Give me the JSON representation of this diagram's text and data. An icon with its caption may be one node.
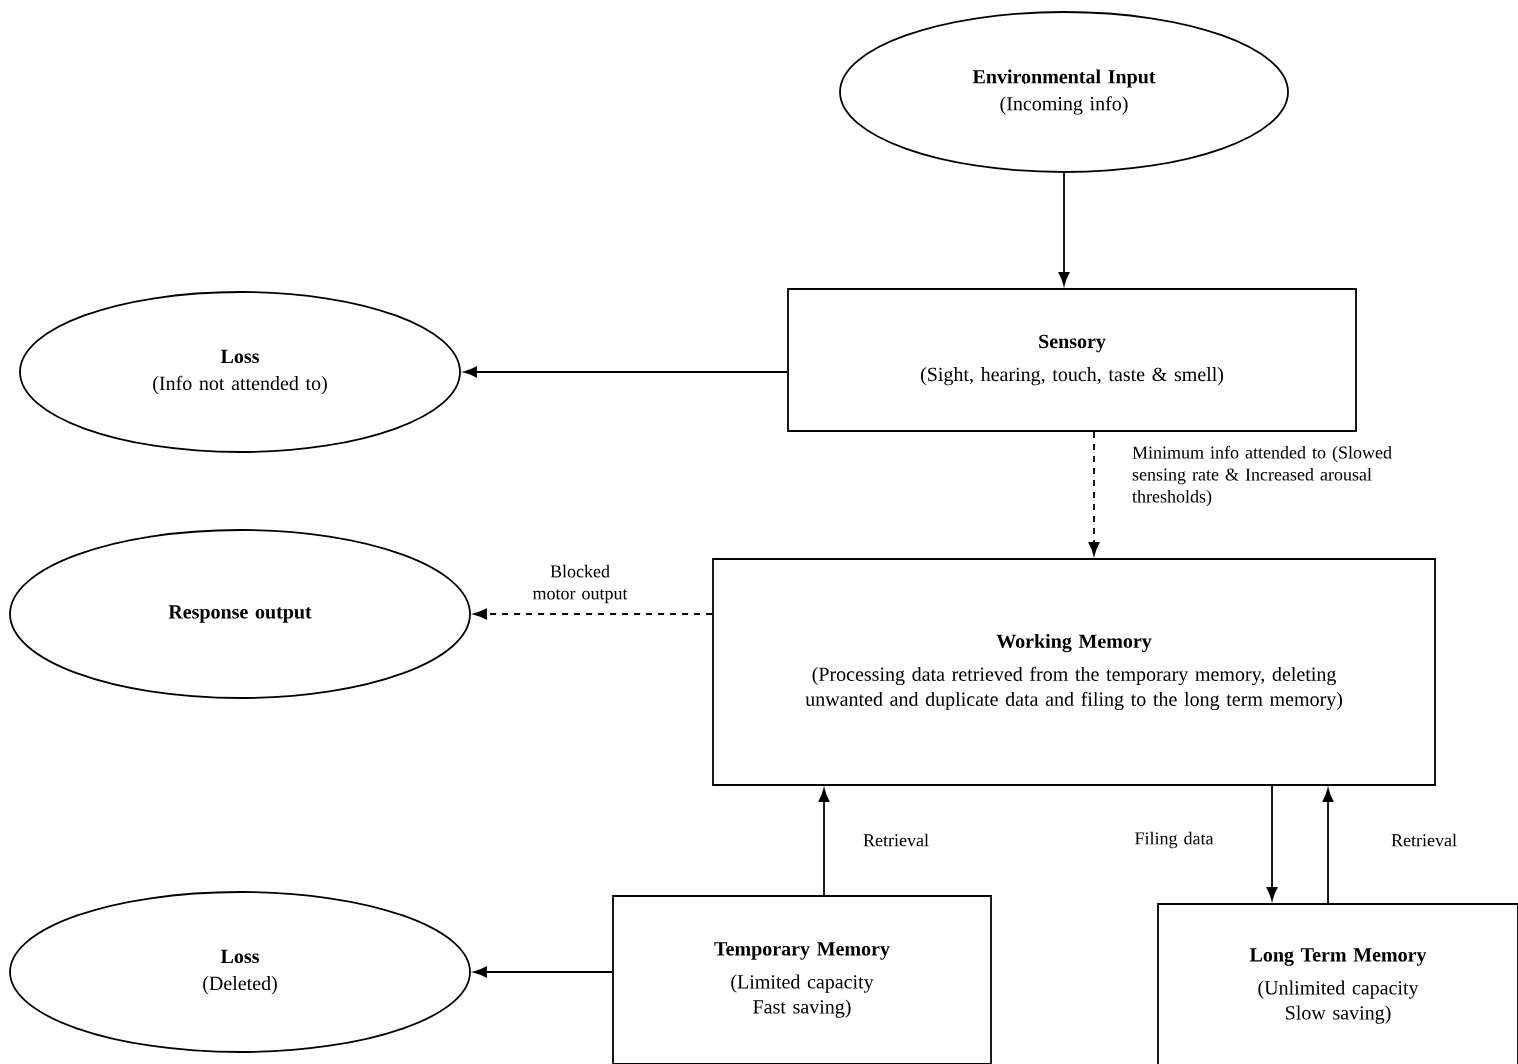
{
  "diagram": {
    "nodes": [
      {
        "text": [
          "Environmental Input",
          "(Incoming info)"
        ]
      },
      {
        "text": [
          "Sensory",
          "(Sight, hearing, touch, taste & smell)"
        ]
      },
      {
        "text": [
          "Loss",
          "(Info not attended to)"
        ]
      },
      {
        "text": [
          "Working Memory",
          "(Processing data retrieved from the temporary memory, deleting unwanted and duplicate data and filing to the long term memory)"
        ]
      },
      {
        "text": [
          "Response output"
        ]
      },
      {
        "text": [
          "Temporary Memory",
          "(Limited capacity Fast saving)"
        ]
      },
      {
        "text": [
          "Long Term Memory",
          "(Unlimited capacity Slow saving)"
        ]
      },
      {
        "text": [
          "Loss",
          "(Deleted)"
        ]
      }
    ],
    "edges": [
      {
        "from": 0,
        "to": 1,
        "arrow": "to"
      },
      {
        "from": 1,
        "to": 2,
        "arrow": "to"
      },
      {
        "from": 1,
        "to": 3,
        "arrow": "to",
        "style": "dashed",
        "label": "Minimum info attended to (Slowed sensing rate & Increased arousal thresholds)"
      },
      {
        "from": 3,
        "to": 4,
        "arrow": "to",
        "style": "dashed",
        "label": "Blocked motor output"
      },
      {
        "from": 5,
        "to": 3,
        "arrow": "to",
        "label": "Retrieval"
      },
      {
        "from": 3,
        "to": 6,
        "arrow": "to",
        "label": "Filing data"
      },
      {
        "from": 6,
        "to": 3,
        "arrow": "to",
        "label": "Retrieval"
      },
      {
        "from": 5,
        "to": 7,
        "arrow": "to"
      }
    ]
  }
}
